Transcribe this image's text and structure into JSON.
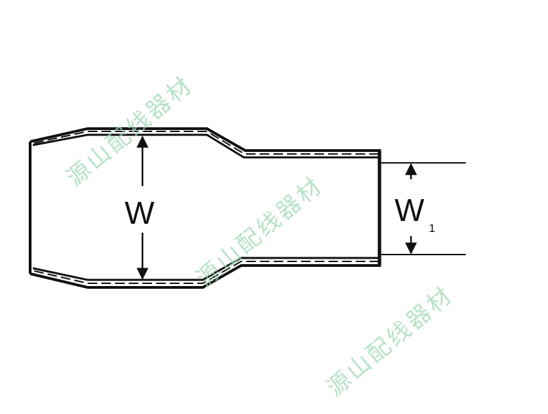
{
  "diagram": {
    "labels": {
      "large_diameter": "W",
      "small_diameter_main": "W",
      "small_diameter_subscript": "1"
    },
    "watermark": "源山配线器材",
    "colors": {
      "line": "#111111",
      "watermark": "#9fd9b6",
      "background": "#ffffff"
    }
  }
}
